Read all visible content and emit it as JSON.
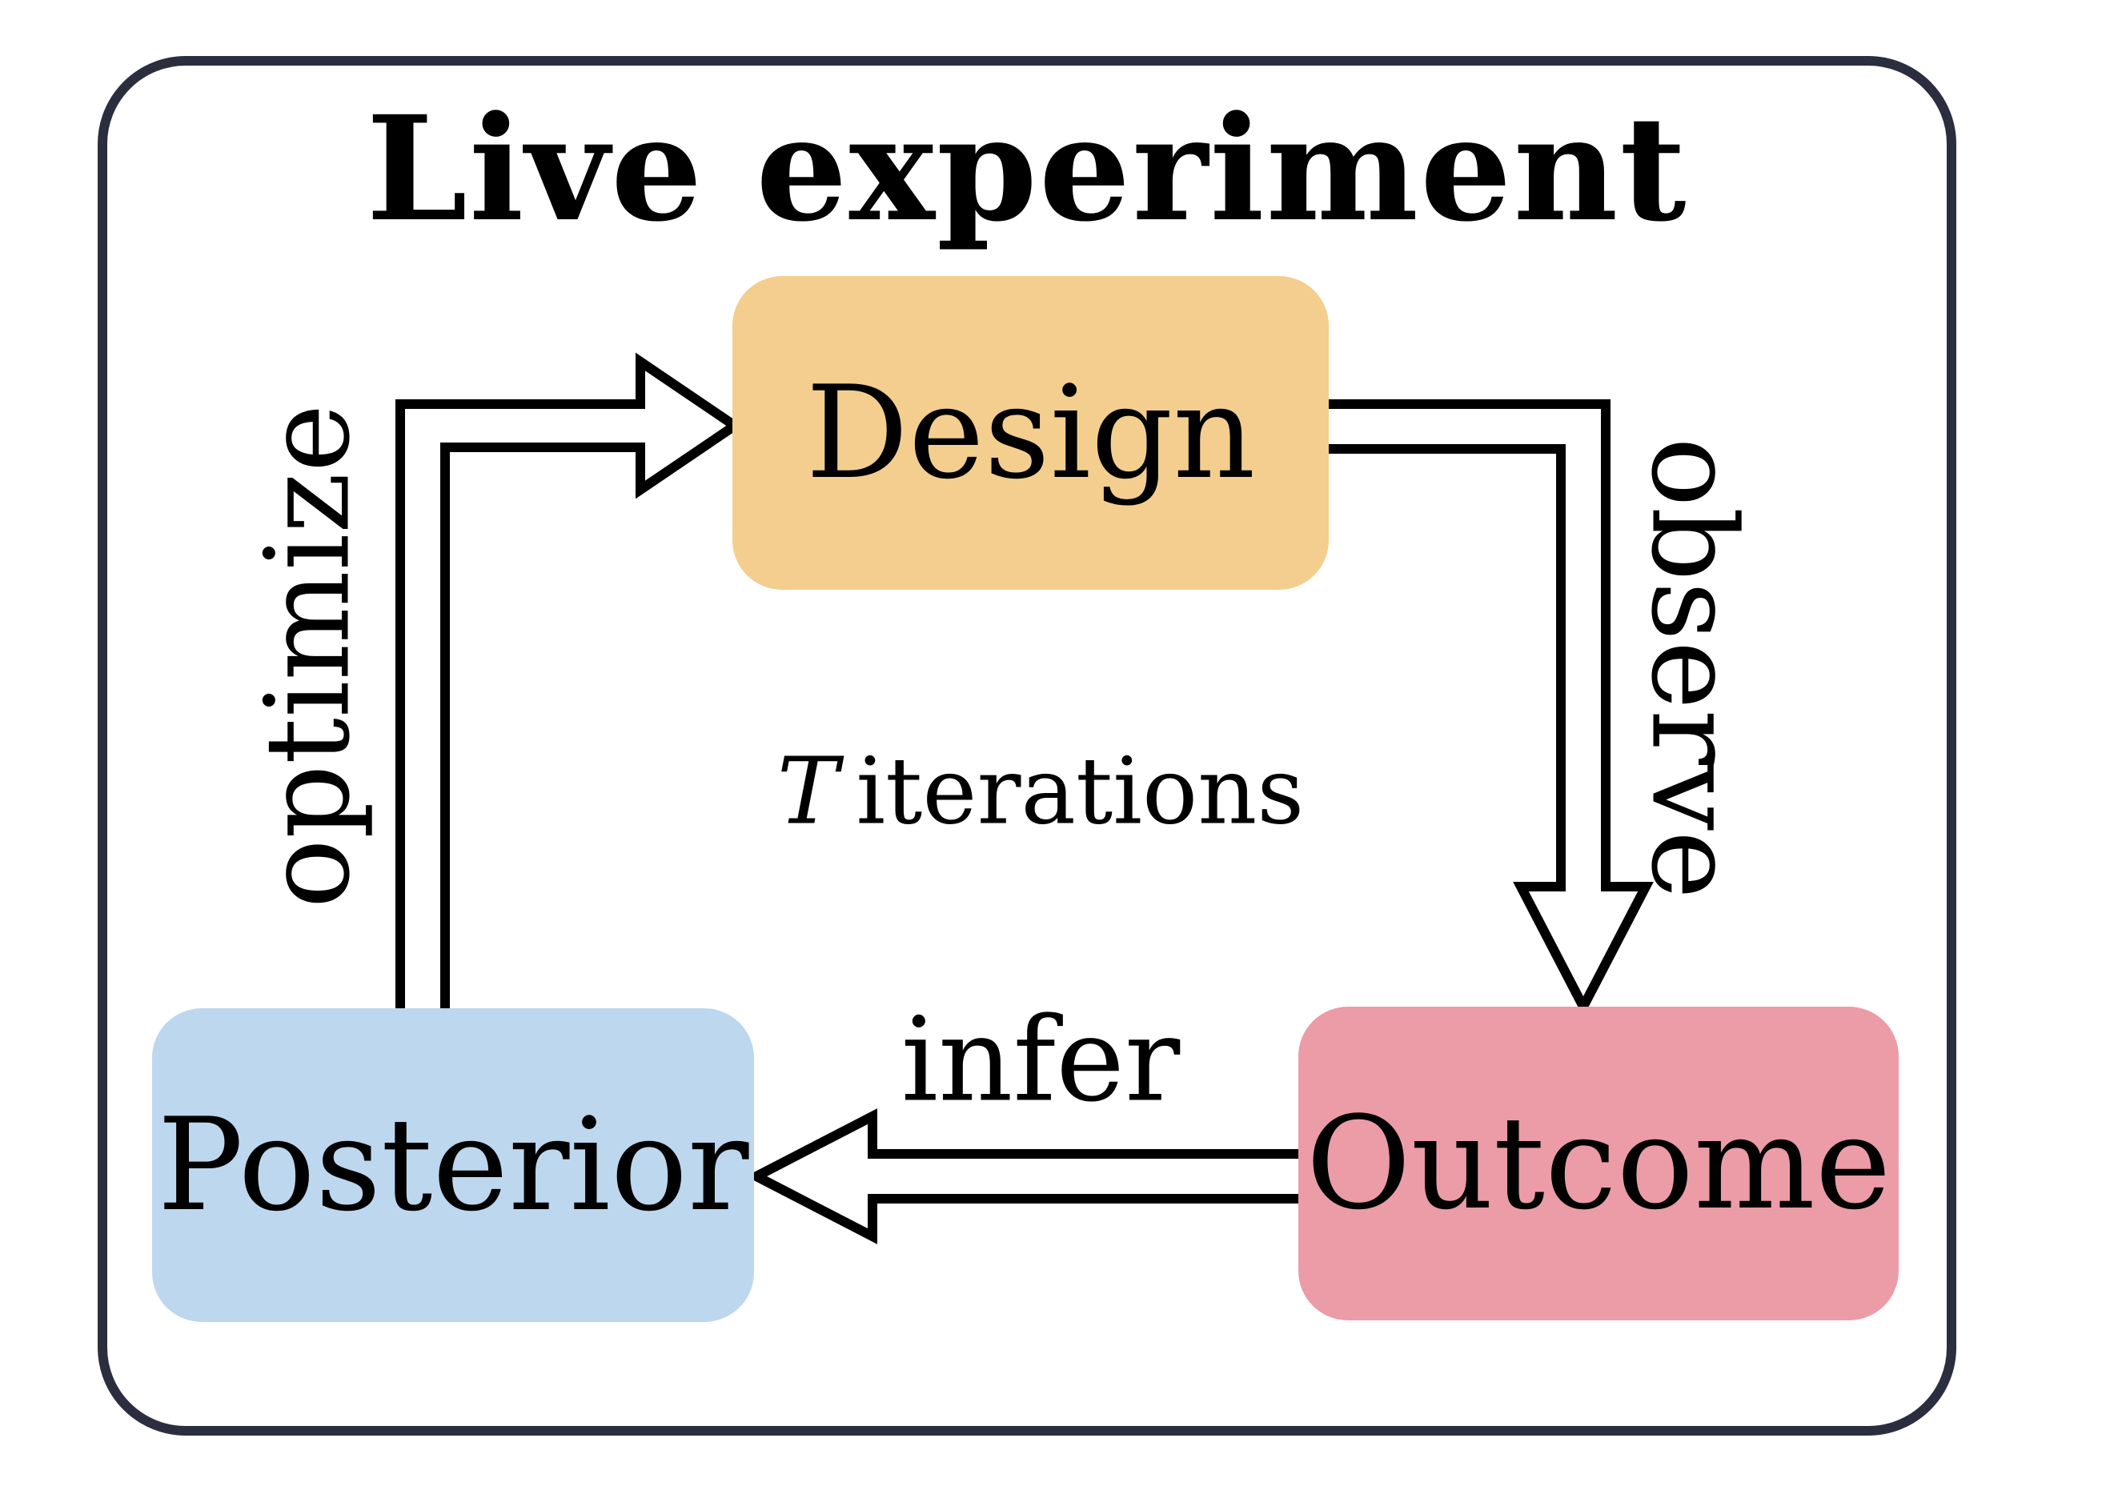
{
  "diagram": {
    "title": "Live experiment",
    "nodes": [
      {
        "id": "design",
        "label": "Design",
        "color": "#F3CE8E"
      },
      {
        "id": "outcome",
        "label": "Outcome",
        "color": "#EB9CA7"
      },
      {
        "id": "posterior",
        "label": "Posterior",
        "color": "#BDD7EE"
      }
    ],
    "edges": [
      {
        "from": "posterior",
        "to": "design",
        "label": "optimize"
      },
      {
        "from": "design",
        "to": "outcome",
        "label": "observe"
      },
      {
        "from": "outcome",
        "to": "posterior",
        "label": "infer"
      }
    ],
    "annotation": {
      "symbol": "T",
      "text": "iterations"
    },
    "colors": {
      "frame_border": "#2A2E3E",
      "arrow_outline": "#000000",
      "arrow_fill": "#FFFFFF",
      "background": "#FFFFFF",
      "text": "#000000"
    }
  }
}
